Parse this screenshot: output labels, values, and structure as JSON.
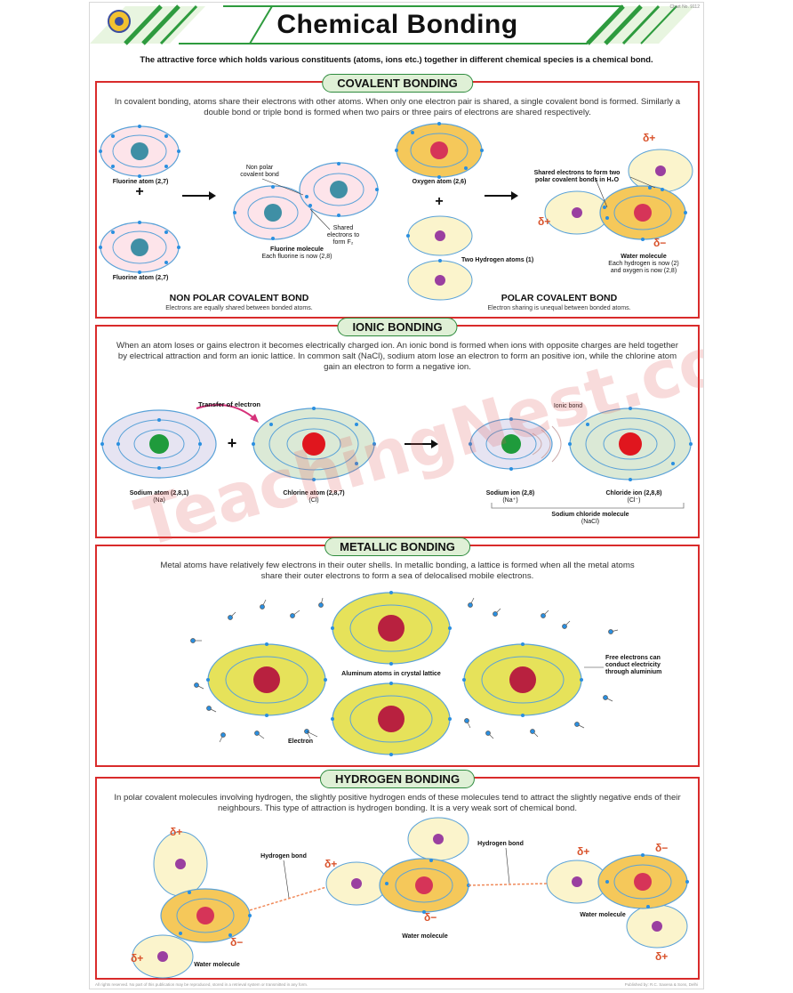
{
  "header": {
    "title": "Chemical Bonding",
    "chart_code": "Chart No. 9112",
    "definition": "The attractive force which holds various constituents (atoms, ions etc.) together in different chemical species is a chemical bond."
  },
  "covalent": {
    "heading": "COVALENT BONDING",
    "text": "In covalent bonding, atoms share their electrons with other atoms. When only one electron pair is shared, a single covalent bond is formed. Similarly a double bond or triple bond is formed when two pairs or three pairs of electrons are shared respectively.",
    "fluorine_atom_1": "Fluorine atom (2,7)",
    "fluorine_atom_2": "Fluorine atom (2,7)",
    "nonpolar_callout": "Non polar covalent bond",
    "shared_callout": "Shared electrons to form F₂",
    "fluorine_molecule": "Fluorine molecule",
    "fluorine_molecule_note": "Each fluorine is now (2,8)",
    "oxygen_atom": "Oxygen atom (2,6)",
    "two_h_atoms": "Two Hydrogen atoms  (1)",
    "shared_h2o_callout": "Shared electrons to form two polar covalent bonds in H₂O",
    "water_molecule": "Water molecule",
    "water_note_1": "Each hydrogen is now (2)",
    "water_note_2": "and oxygen is now (2,8)",
    "nonpolar_name": "NON POLAR COVALENT BOND",
    "nonpolar_desc": "Electrons are equally shared between bonded atoms.",
    "polar_name": "POLAR COVALENT BOND",
    "polar_desc": "Electron sharing is unequal between bonded atoms.",
    "delta_plus": "δ+",
    "delta_minus": "δ−"
  },
  "ionic": {
    "heading": "IONIC BONDING",
    "text": "When an atom loses or gains electron it becomes electrically charged ion. An ionic bond is formed when ions with opposite charges are held together by electrical attraction and form an ionic lattice. In common salt (NaCl), sodium atom lose an electron to form an positive ion, while the chlorine atom gain an electron to form a negative ion.",
    "transfer_label": "Transfer of electron",
    "ionic_bond_label": "Ionic bond",
    "sodium_atom": "Sodium atom (2,8,1)",
    "sodium_sym": "(Na)",
    "chlorine_atom": "Chlorine atom (2,8,7)",
    "chlorine_sym": "(Cl)",
    "sodium_ion": "Sodium ion (2,8)",
    "sodium_ion_sym": "(Na⁺)",
    "chloride_ion": "Chloride ion (2,8,8)",
    "chloride_ion_sym": "(Cl⁻)",
    "nacl": "Sodium chloride molecule",
    "nacl_sym": "(NaCl)"
  },
  "metallic": {
    "heading": "METALLIC BONDING",
    "text": "Metal atoms have relatively few electrons in their outer shells. In metallic bonding, a lattice is formed when all the metal atoms share their outer electrons to form a sea of delocalised mobile electrons.",
    "aluminum_label": "Aluminum atoms in crystal lattice",
    "electron_label": "Electron",
    "free_electrons_label": "Free electrons can conduct electricity through aluminium"
  },
  "hydrogen": {
    "heading": "HYDROGEN BONDING",
    "text": "In polar covalent molecules involving hydrogen, the slightly positive hydrogen ends of these molecules tend to attract the slightly negative ends of their neighbours. This type of attraction is hydrogen bonding. It is a very weak sort of chemical bond.",
    "hbond_1": "Hydrogen bond",
    "hbond_2": "Hydrogen bond",
    "water_1": "Water molecule",
    "water_2": "Water molecule",
    "water_3": "Water molecule"
  },
  "footer": {
    "left": "All rights reserved. No part of this publication may be reproduced, stored in a retrieval system or transmitted in any form.",
    "right": "Published by: R.C. Saxena & Sons, Delhi"
  },
  "watermark": "TeachingNest.com"
}
